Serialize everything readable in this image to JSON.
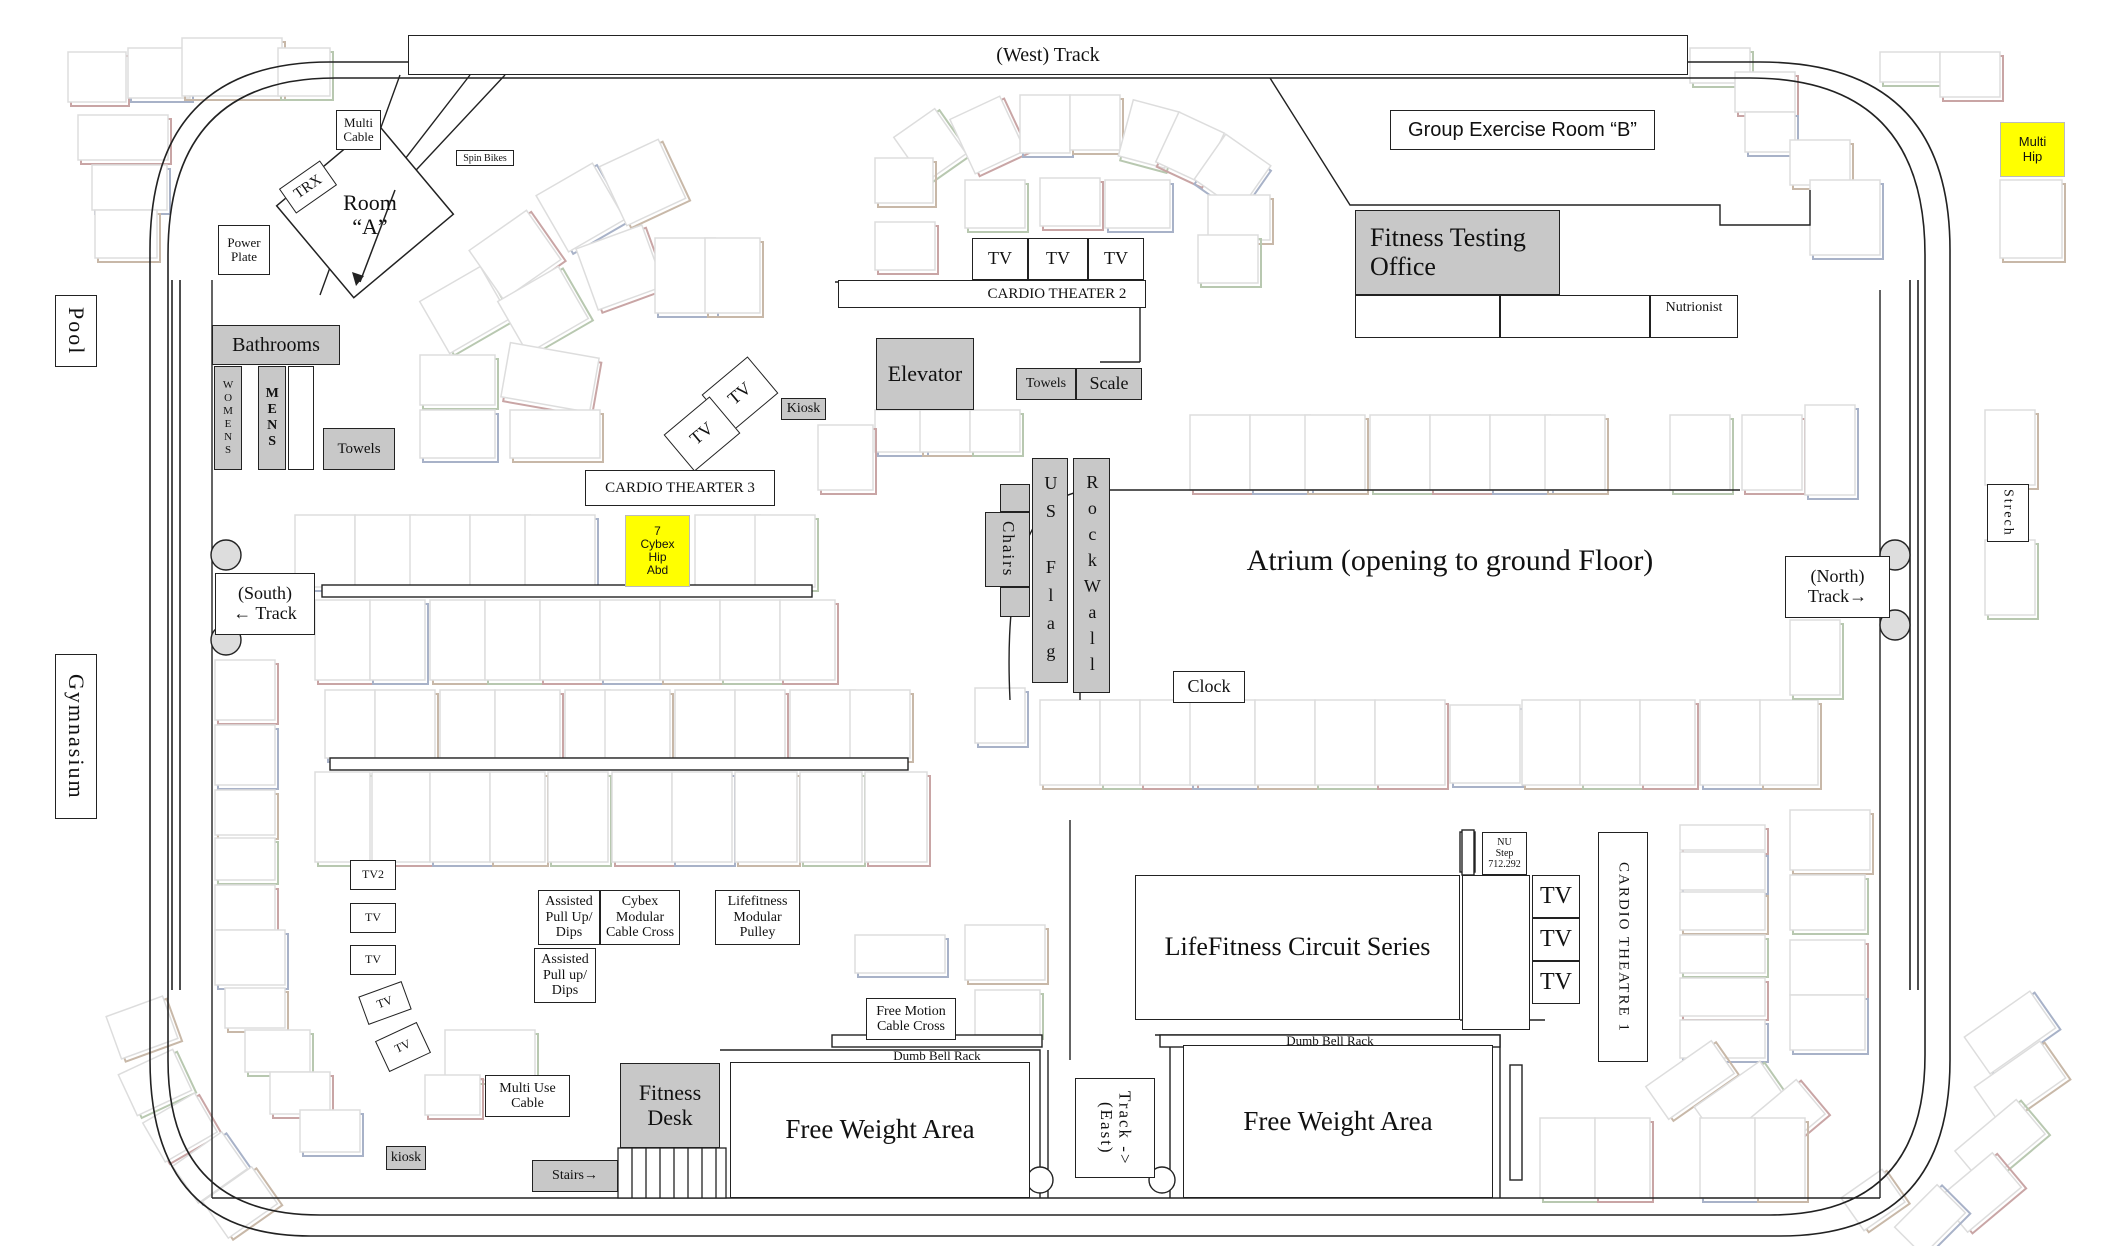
{
  "rooms": {
    "west_track": "(West) Track",
    "group_ex_b": "Group Exercise Room “B”",
    "multi_hip_right": "Multi\nHip",
    "multi_cable_a": "Multi\nCable",
    "spin_bikes": "Spin Bikes",
    "trx": "TRX",
    "room_a": "Room\n“A”",
    "power_plate": "Power\nPlate",
    "pool": "Pool",
    "bathrooms": "Bathrooms",
    "womens": "WOMENS",
    "mens": "MENS",
    "towels_left": "Towels",
    "fitness_testing": "Fitness Testing\nOffice",
    "nutrionist": "Nutrionist",
    "cardio_theater_2": "CARDIO THEATER  2",
    "tv": "TV",
    "elevator": "Elevator",
    "towels_mid": "Towels",
    "scale": "Scale",
    "kiosk_top": "Kiosk",
    "cardio_theater_3": "CARDIO THEARTER  3",
    "cybex_hip": "7\nCybex\nHip\nAbd",
    "south_track": "(South)\n← Track",
    "chairs": "Chairs",
    "us_flag": "US Flag",
    "rock_wall": "RockWall",
    "atrium": "Atrium (opening to ground Floor)",
    "north_track": "(North)\nTrack→",
    "strech": "Strech",
    "clock": "Clock",
    "gymnasium": "Gymnasium",
    "tv2": "TV2",
    "assisted_1": "Assisted\nPull Up/\nDips",
    "assisted_2": "Assisted\nPull up/\nDips",
    "cybex_modular": "Cybex\nModular\nCable Cross",
    "lifefitness_modular": "Lifefitness\nModular\nPulley",
    "free_motion": "Free Motion\nCable Cross",
    "lifefitness_circuit": "LifeFitness Circuit Series",
    "nu_step": "NU\nStep\n712.292",
    "cardio_theatre_1": "CARDIO THEATRE 1",
    "multi_use_cable": "Multi Use\nCable",
    "fitness_desk": "Fitness\nDesk",
    "dumb_bell_rack": "Dumb Bell Rack",
    "free_weight_area": "Free Weight Area",
    "track_east": "Track ->\n(East)",
    "kiosk_bottom": "kiosk",
    "stairs": "Stairs→"
  },
  "colors": {
    "line": "#222222",
    "grey_fill": "#c8c8c8",
    "highlight": "#ffff00",
    "equip_border": "#dddddd",
    "shadow_pink": "#c9a5a5",
    "shadow_blue": "#a8b2c8"
  }
}
